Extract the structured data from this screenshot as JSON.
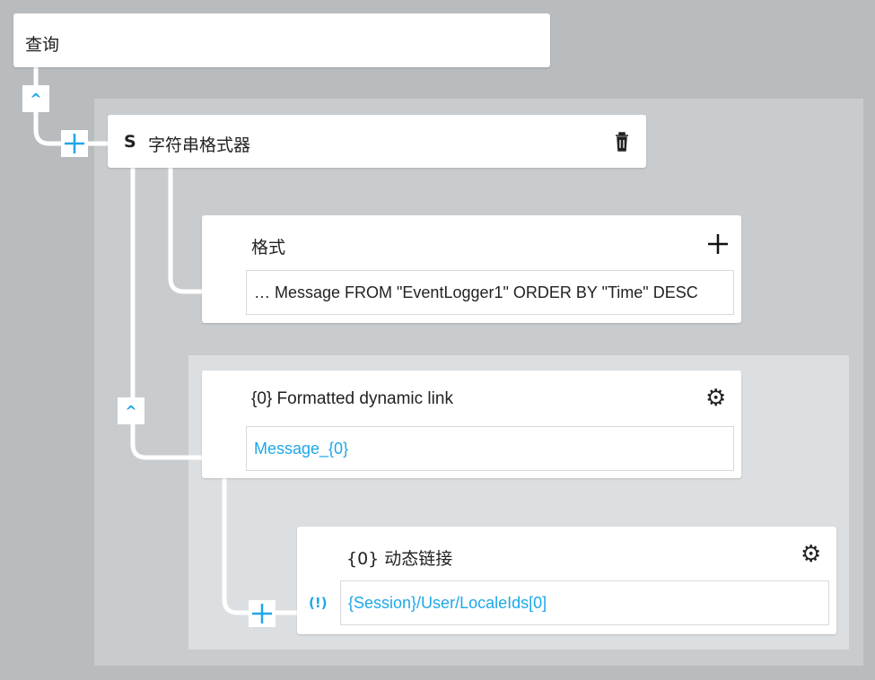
{
  "query_card": {
    "title": "查询"
  },
  "string_formatter": {
    "badge": "S",
    "title": "字符串格式器",
    "icon": "trash-icon"
  },
  "format_card": {
    "title": "格式",
    "value": "… Message FROM \"EventLogger1\" ORDER BY \"Time\" DESC",
    "icon": "plus-icon"
  },
  "formatted_link_card": {
    "title": "{0} Formatted dynamic link",
    "value": "Message_{0}",
    "icon": "gear-icon"
  },
  "dynamic_link_card": {
    "title": "{0} 动态链接",
    "value": "{Session}/User/LocaleIds[0]",
    "icon": "gear-icon",
    "link_icon": "(!)"
  },
  "colors": {
    "accent": "#1ea7e8",
    "background": "#b9bcbf"
  }
}
